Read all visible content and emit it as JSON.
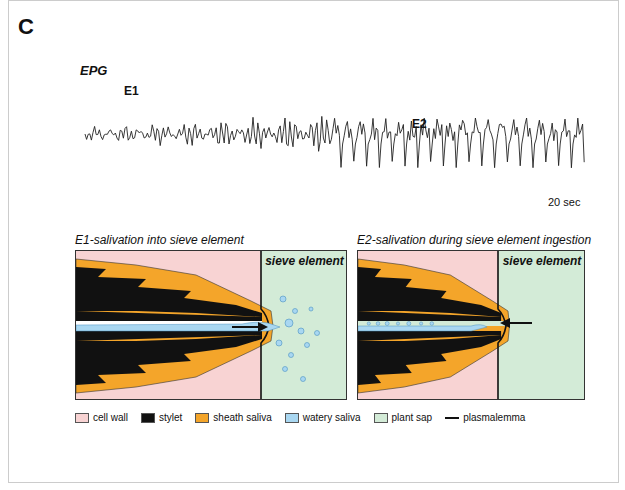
{
  "diagram": {
    "nodes": [
      {
        "text": [
          "E1-salivation into sieve element"
        ]
      },
      {
        "text": [
          "sieve element"
        ],
        "in": 0
      },
      {
        "text": [
          "E2-salivation during sieve element ingestion"
        ]
      },
      {
        "text": [
          "sieve element"
        ],
        "in": 2
      }
    ],
    "labels": [
      "C",
      "EPG",
      "E1",
      "E2",
      "20 sec"
    ],
    "legend": [
      {
        "text": "cell wall",
        "color": "#f8d3d3"
      },
      {
        "text": "stylet",
        "color": "#111111"
      },
      {
        "text": "sheath saliva",
        "color": "#f4a52a"
      },
      {
        "text": "watery saliva",
        "color": "#a9d7f1"
      },
      {
        "text": "plant sap",
        "color": "#d3ebd7"
      },
      {
        "text": "plasmalemma"
      }
    ]
  }
}
